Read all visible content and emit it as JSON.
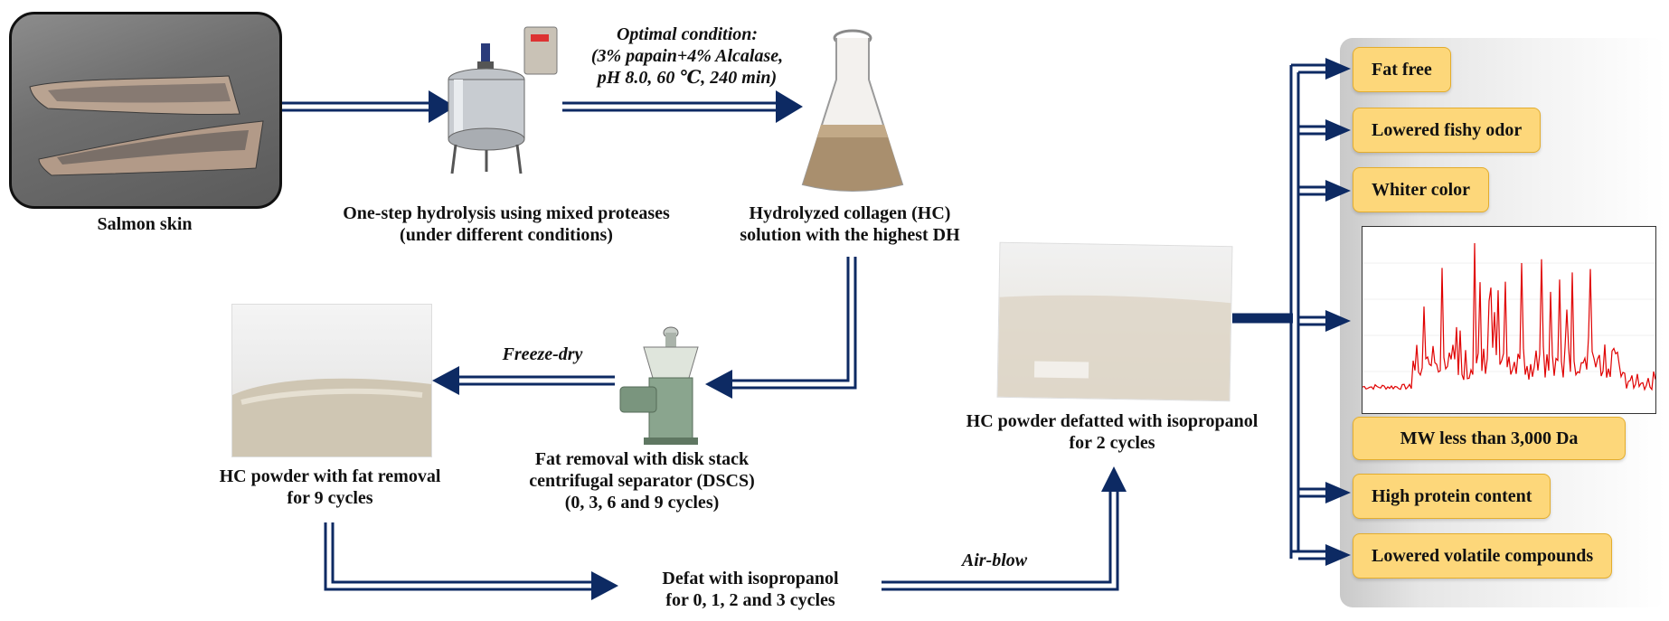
{
  "steps": {
    "salmon_skin": "Salmon skin",
    "hydrolysis_line1": "One-step hydrolysis using mixed proteases",
    "hydrolysis_line2": "(under different conditions)",
    "optimal_title": "Optimal condition:",
    "optimal_line1": "(3% papain+4% Alcalase,",
    "optimal_line2": "pH 8.0, 60 ℃, 240 min)",
    "hc_solution_line1": "Hydrolyzed collagen (HC)",
    "hc_solution_line2": "solution with the highest DH",
    "freeze_dry": "Freeze-dry",
    "dscs_line1": "Fat removal with disk stack",
    "dscs_line2": "centrifugal separator (DSCS)",
    "dscs_line3": "(0, 3, 6 and 9 cycles)",
    "hc_fat_line1": "HC powder with fat removal",
    "hc_fat_line2": "for 9 cycles",
    "defat_line1": "Defat with isopropanol",
    "defat_line2": "for 0, 1, 2 and 3 cycles",
    "air_blow": "Air-blow",
    "hc_defatted_line1": "HC powder defatted with isopropanol",
    "hc_defatted_line2": "for 2 cycles"
  },
  "results": [
    "Fat free",
    "Lowered fishy odor",
    "Whiter color",
    "MW less than 3,000 Da",
    "High protein content",
    "Lowered volatile compounds"
  ],
  "colors": {
    "arrow": "#0d2a63",
    "box_fill": "#fdd77a",
    "box_border": "#e3ad2e",
    "spectrum": "#e00000"
  },
  "icons": [
    "salmon-skin-photo",
    "reactor-tank-illustration",
    "erlenmeyer-flask-photo",
    "centrifuge-illustration",
    "powder-bag-photo",
    "powder-bag-photo",
    "mass-spectrum-chart"
  ]
}
